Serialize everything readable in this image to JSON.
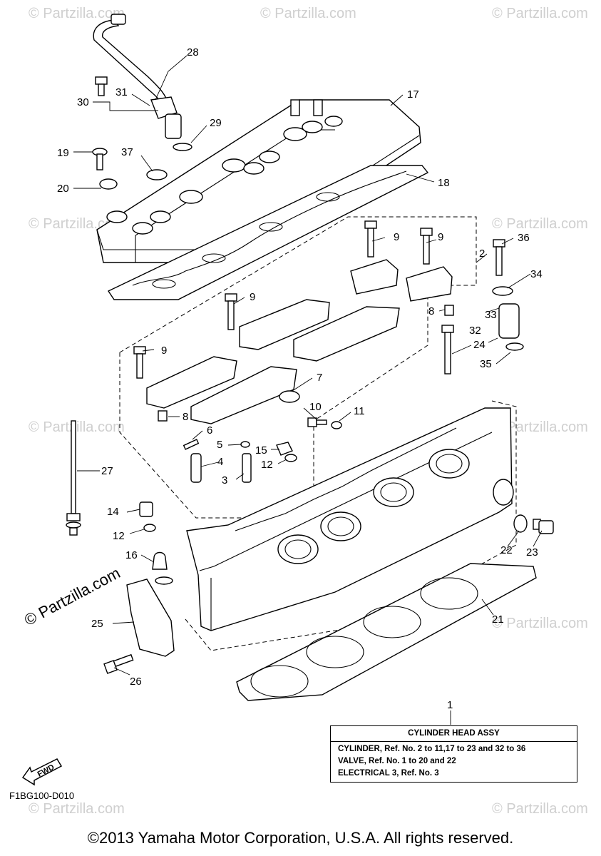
{
  "watermark_text": "© Partzilla.com",
  "side_watermark": "© Partzilla.com",
  "callouts": {
    "p1": "1",
    "p2": "2",
    "p3": "3",
    "p4": "4",
    "p5": "5",
    "p6": "6",
    "p7": "7",
    "p8a": "8",
    "p8b": "8",
    "p9a": "9",
    "p9b": "9",
    "p9c": "9",
    "p9d": "9",
    "p10": "10",
    "p11": "11",
    "p12a": "12",
    "p12b": "12",
    "p14": "14",
    "p15": "15",
    "p16": "16",
    "p17": "17",
    "p18": "18",
    "p19": "19",
    "p20": "20",
    "p21": "21",
    "p22": "22",
    "p23": "23",
    "p24": "24",
    "p25": "25",
    "p26": "26",
    "p27": "27",
    "p28": "28",
    "p29": "29",
    "p30": "30",
    "p31": "31",
    "p32": "32",
    "p33": "33",
    "p34": "34",
    "p35": "35",
    "p36": "36",
    "p37": "37"
  },
  "assembly_box": {
    "title": "CYLINDER HEAD ASSY",
    "line1": "CYLINDER,  Ref. No. 2 to 11,17 to 23 and 32 to 36",
    "line2": "VALVE,  Ref. No. 1 to 20 and 22",
    "line3": "ELECTRICAL 3,  Ref. No. 3"
  },
  "fwd_label": "FWD",
  "drawing_code": "F1BG100-D010",
  "copyright": "©2013 Yamaha Motor Corporation, U.S.A. All rights reserved."
}
